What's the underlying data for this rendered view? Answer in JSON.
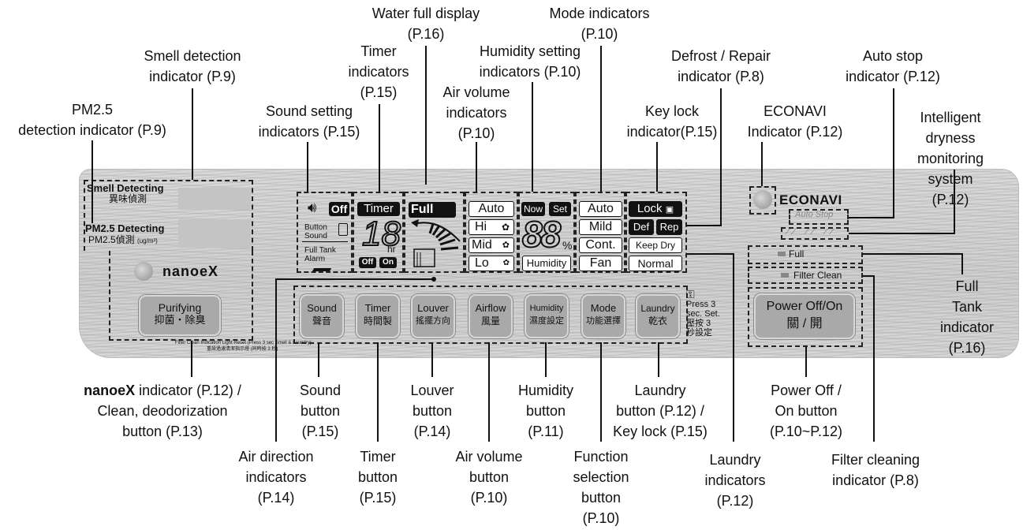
{
  "callouts": {
    "water_full": "Water full display\n(P.16)",
    "mode_ind": "Mode indicators\n(P.10)",
    "smell_ind": "Smell detection\nindicator (P.9)",
    "timer_ind": "Timer\nindicators\n(P.15)",
    "humidity_set": "Humidity setting\nindicators (P.10)",
    "defrost": "Defrost / Repair\nindicator (P.8)",
    "autostop": "Auto stop\nindicator (P.12)",
    "pm25": "PM2.5\ndetection indicator (P.9)",
    "air_vol_ind": "Air volume\nindicators\n(P.10)",
    "sound_set": "Sound setting\nindicators (P.15)",
    "key_lock": "Key lock\nindicator(P.15)",
    "econavi_ind": "ECONAVI\nIndicator (P.12)",
    "intelligent": "Intelligent dryness\nmonitoring system\n(P.12)",
    "full_tank": "Full Tank\nindicator\n(P.16)",
    "nanoe_ind": "indicator (P.12) /\nClean, deodorization\nbutton (P.13)",
    "sound_btn": "Sound\nbutton\n(P.15)",
    "louver_btn": "Louver\nbutton\n(P.14)",
    "humidity_btn": "Humidity\nbutton\n(P.11)",
    "laundry_btn": "Laundry\nbutton (P.12) /\nKey lock (P.15)",
    "power_btn": "Power Off /\nOn button\n(P.10~P.12)",
    "air_dir": "Air direction\nindicators\n(P.14)",
    "timer_btn": "Timer\nbutton\n(P.15)",
    "air_vol_btn": "Air volume\nbutton\n(P.10)",
    "function_btn": "Function\nselection\nbutton\n(P.10)",
    "laundry_ind": "Laundry\nindicators\n(P.12)",
    "filter_ind": "Filter cleaning\nindicator (P.8)"
  },
  "brand": {
    "nanoe": "nanoeX"
  },
  "panel": {
    "smell_en": "Smell Detecting",
    "smell_zh": "異味偵測",
    "pm_en": "PM2.5 Detecting",
    "pm_zh": "PM2.5偵測",
    "pm_unit": "(ug/m³)",
    "nanoe_logo": "nanoeX",
    "purifying_en": "Purifying",
    "purifying_zh": "抑菌・除臭",
    "filter_note_en": "Filter Clean Indication Light Reset (Press 3 sec Smell & Laundry)",
    "filter_note_zh": "重設過濾清潔指示燈 (同時按 3 秒)",
    "lcd": {
      "off": "Off",
      "button_sound": "Button\nSound",
      "full_tank_alarm": "Full Tank\nAlarm",
      "timer": "Timer",
      "timer_digits": "18",
      "hr": "hr",
      "timer_off": "Off",
      "timer_on": "On",
      "full": "Full",
      "vol_auto": "Auto",
      "vol_hi": "Hi",
      "vol_mid": "Mid",
      "vol_lo": "Lo",
      "now": "Now",
      "set": "Set",
      "hum_digits": "88",
      "percent": "%",
      "humidity": "Humidity",
      "mode_auto": "Auto",
      "mode_mild": "Mild",
      "mode_cont": "Cont.",
      "mode_fan": "Fan",
      "lock": "Lock",
      "def": "Def",
      "rep": "Rep",
      "keep_dry": "Keep Dry",
      "normal": "Normal"
    },
    "buttons": [
      {
        "en": "Sound",
        "zh": "聲音"
      },
      {
        "en": "Timer",
        "zh": "時間製"
      },
      {
        "en": "Louver",
        "zh": "搖擺方向"
      },
      {
        "en": "Airflow",
        "zh": "風量"
      },
      {
        "en": "Humidity",
        "zh": "濕度設定"
      },
      {
        "en": "Mode",
        "zh": "功能選擇"
      },
      {
        "en": "Laundry",
        "zh": "乾衣"
      }
    ],
    "press3": "Press 3\nsec. Set.\n壓按 3\n秒設定",
    "econavi": "ECONAVI",
    "autostop": "Auto Stop",
    "full_ind": "Full",
    "filter_clean": "Filter Clean",
    "power_en": "Power Off/On",
    "power_zh": "關 / 開"
  }
}
